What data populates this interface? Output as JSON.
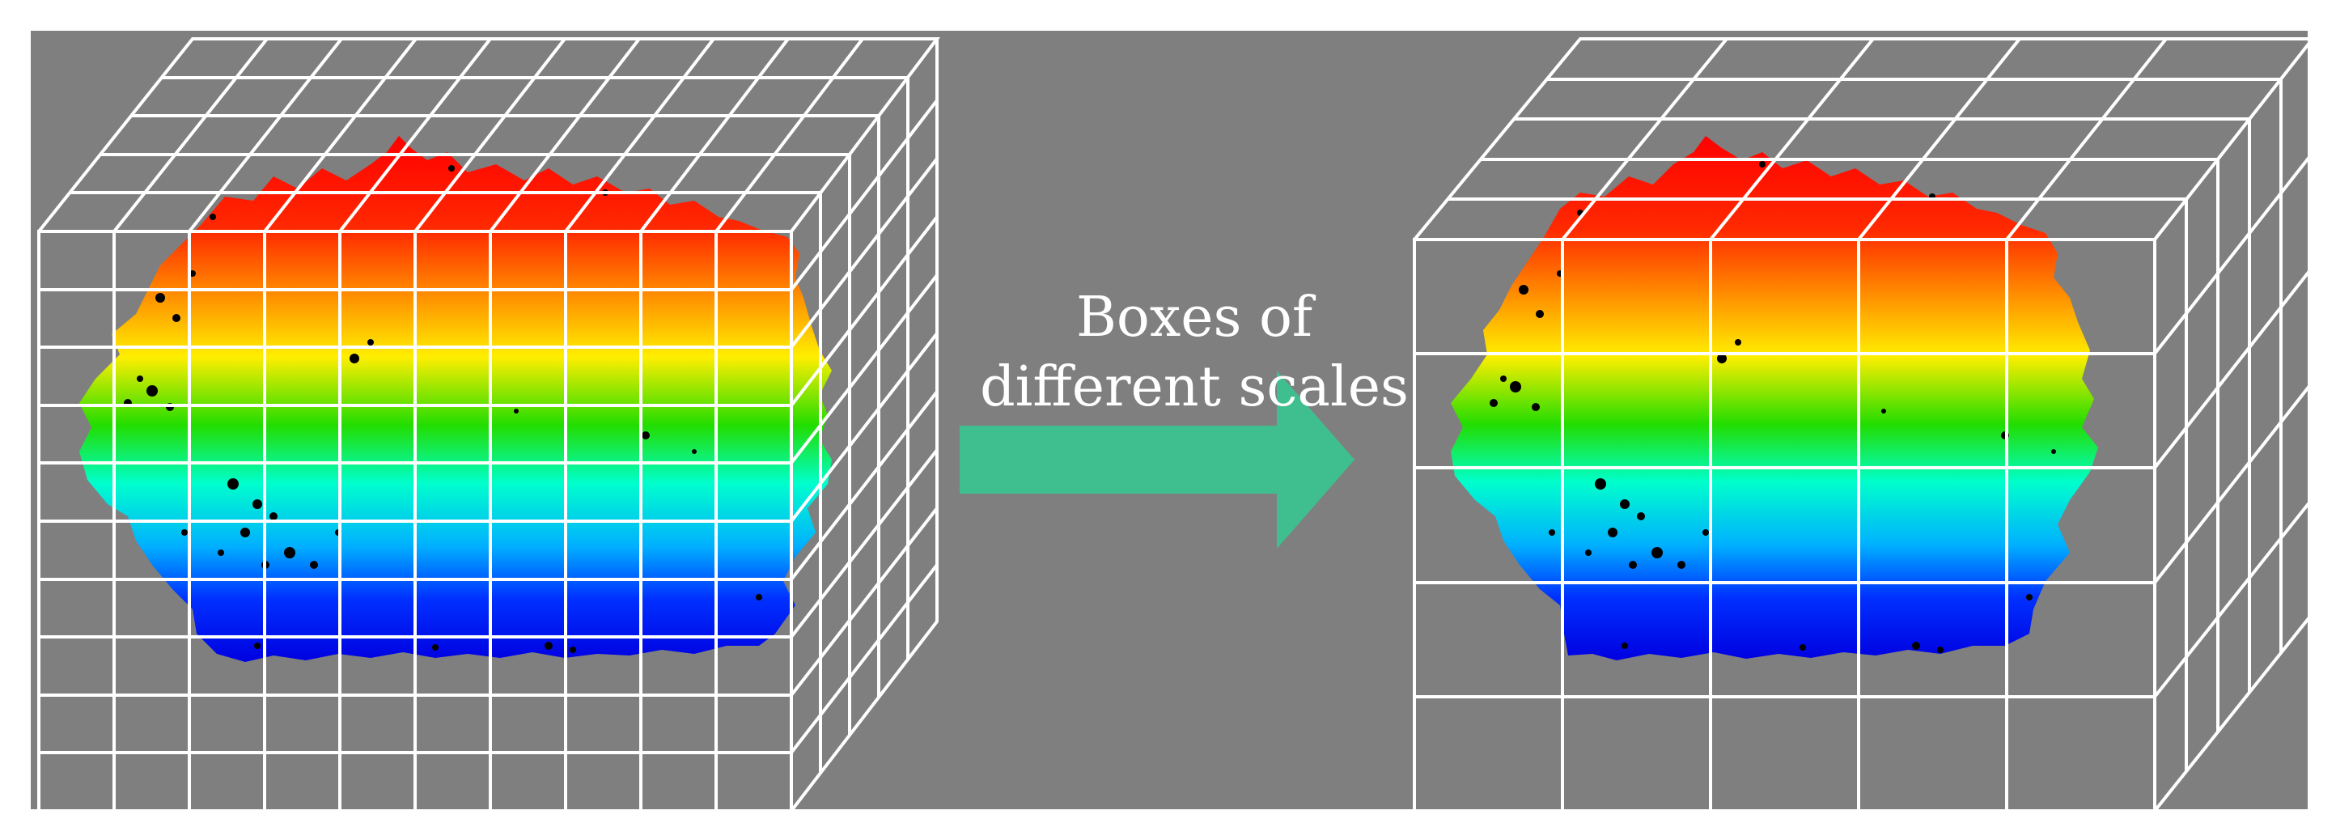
{
  "caption": {
    "line1": "Boxes of",
    "line2": "different scales"
  },
  "colors": {
    "background": "#7f7f7f",
    "grid": "#ffffff",
    "arrow": "#3fbf8f",
    "gradient": [
      "#ff0000",
      "#ff8000",
      "#ffff00",
      "#00e000",
      "#00ffff",
      "#0080ff",
      "#0000ff"
    ],
    "voids": "#000000"
  },
  "panels": [
    {
      "name": "fine-boxes",
      "grid_columns": 10,
      "grid_rows": 10
    },
    {
      "name": "coarse-boxes",
      "grid_columns": 5,
      "grid_rows": 5
    }
  ]
}
